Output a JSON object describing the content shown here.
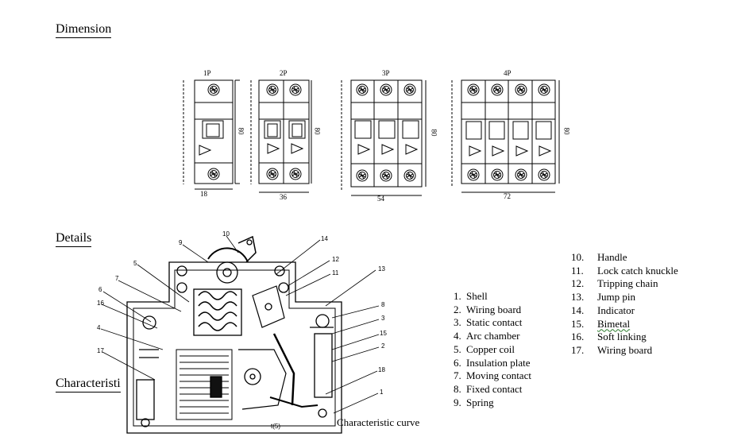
{
  "headings": {
    "dimension": "Dimension",
    "details": "Details",
    "characteristic": "Characteristi"
  },
  "dimension": {
    "poles": [
      {
        "label": "1P",
        "width_value": "18",
        "height_value": "80"
      },
      {
        "label": "2P",
        "width_value": "36",
        "height_value": "80"
      },
      {
        "label": "3P",
        "width_value": "54",
        "height_value": "80"
      },
      {
        "label": "4P",
        "width_value": "72",
        "height_value": "80"
      }
    ]
  },
  "callouts": [
    "9",
    "10",
    "14",
    "5",
    "12",
    "11",
    "13",
    "7",
    "6",
    "16",
    "8",
    "3",
    "4",
    "15",
    "2",
    "17",
    "18",
    "1",
    "t(5)"
  ],
  "parts_left": [
    {
      "num": "1.",
      "name": "Shell"
    },
    {
      "num": "2.",
      "name": "Wiring board"
    },
    {
      "num": "3.",
      "name": "Static contact"
    },
    {
      "num": "4.",
      "name": "Arc chamber"
    },
    {
      "num": "5.",
      "name": "Copper coil"
    },
    {
      "num": "6.",
      "name": "Insulation plate"
    },
    {
      "num": "7.",
      "name": "Moving contact"
    },
    {
      "num": "8.",
      "name": "Fixed contact"
    },
    {
      "num": "9.",
      "name": "Spring"
    }
  ],
  "parts_right": [
    {
      "num": "10.",
      "name": "Handle"
    },
    {
      "num": "11.",
      "name": "Lock catch knuckle"
    },
    {
      "num": "12.",
      "name": "Tripping chain"
    },
    {
      "num": "13.",
      "name": "Jump pin"
    },
    {
      "num": "14.",
      "name": "Indicator"
    },
    {
      "num": "15.",
      "name": "Bimetal"
    },
    {
      "num": "16.",
      "name": "Soft linking"
    },
    {
      "num": "17.",
      "name": "Wiring board"
    }
  ],
  "characteristic_caption": "Characteristic curve",
  "colors": {
    "wavy_underline": "#2a7a2a",
    "line": "#000000"
  }
}
